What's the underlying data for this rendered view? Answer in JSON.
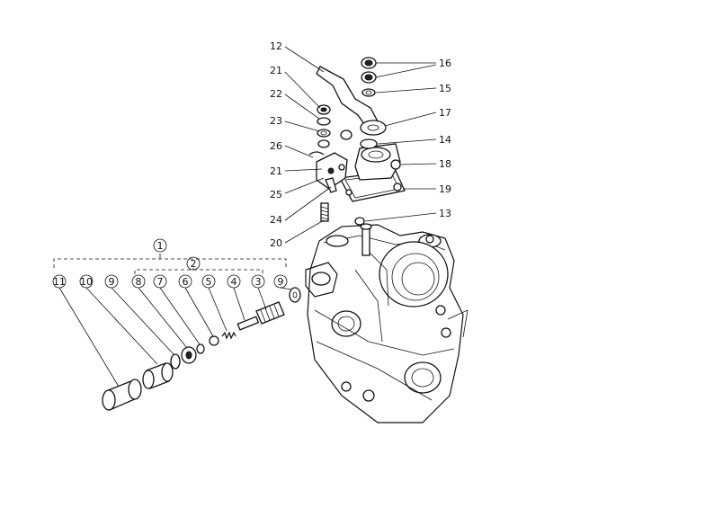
{
  "diagram": {
    "labels": {
      "l1": "1",
      "l2": "2",
      "l3": "3",
      "l4": "4",
      "l5": "5",
      "l6": "6",
      "l7": "7",
      "l8": "8",
      "l9a": "9",
      "l9b": "9",
      "l10": "10",
      "l11": "11",
      "l12": "12",
      "l13": "13",
      "l14": "14",
      "l15": "15",
      "l16": "16",
      "l17": "17",
      "l18": "18",
      "l19": "19",
      "l20": "20",
      "l21a": "21",
      "l21b": "21",
      "l22": "22",
      "l23": "23",
      "l24": "24",
      "l25": "25",
      "l26": "26"
    }
  }
}
